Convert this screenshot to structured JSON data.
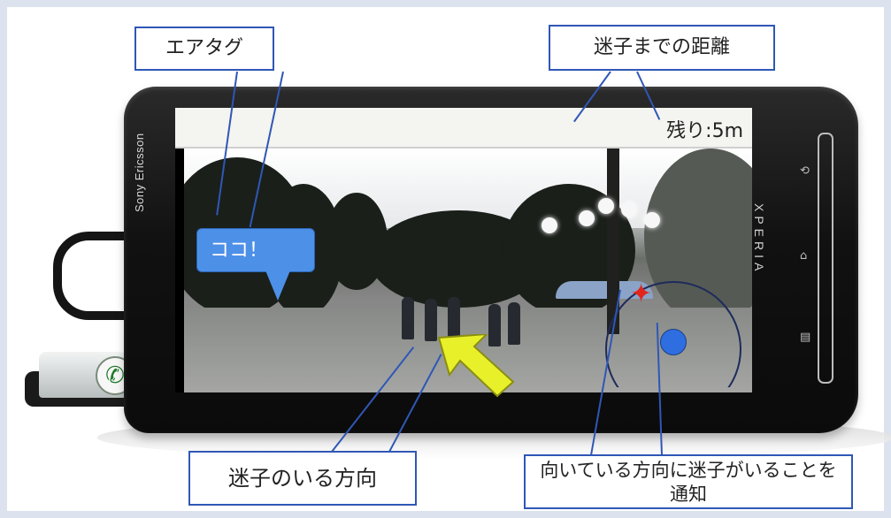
{
  "callouts": {
    "airtag": "エアタグ",
    "distance": "迷子までの距離",
    "direction": "迷子のいる方向",
    "notify": "向いている方向に迷子がいることを通知"
  },
  "screen": {
    "remaining": "残り:5m",
    "airtag_text": "ココ！"
  },
  "device": {
    "brand": "Sony Ericsson",
    "model": "XPERIA"
  },
  "colors": {
    "callout_border": "#2f57b6",
    "airtag": "#4d90e8",
    "arrow": "#e8f02a",
    "compass_dot": "#2f6ee0",
    "target_marker": "#e3241b"
  },
  "icons": {
    "direction_arrow": "arrow-up-left-icon",
    "target_marker": "star-icon",
    "position_marker": "dot-icon"
  }
}
